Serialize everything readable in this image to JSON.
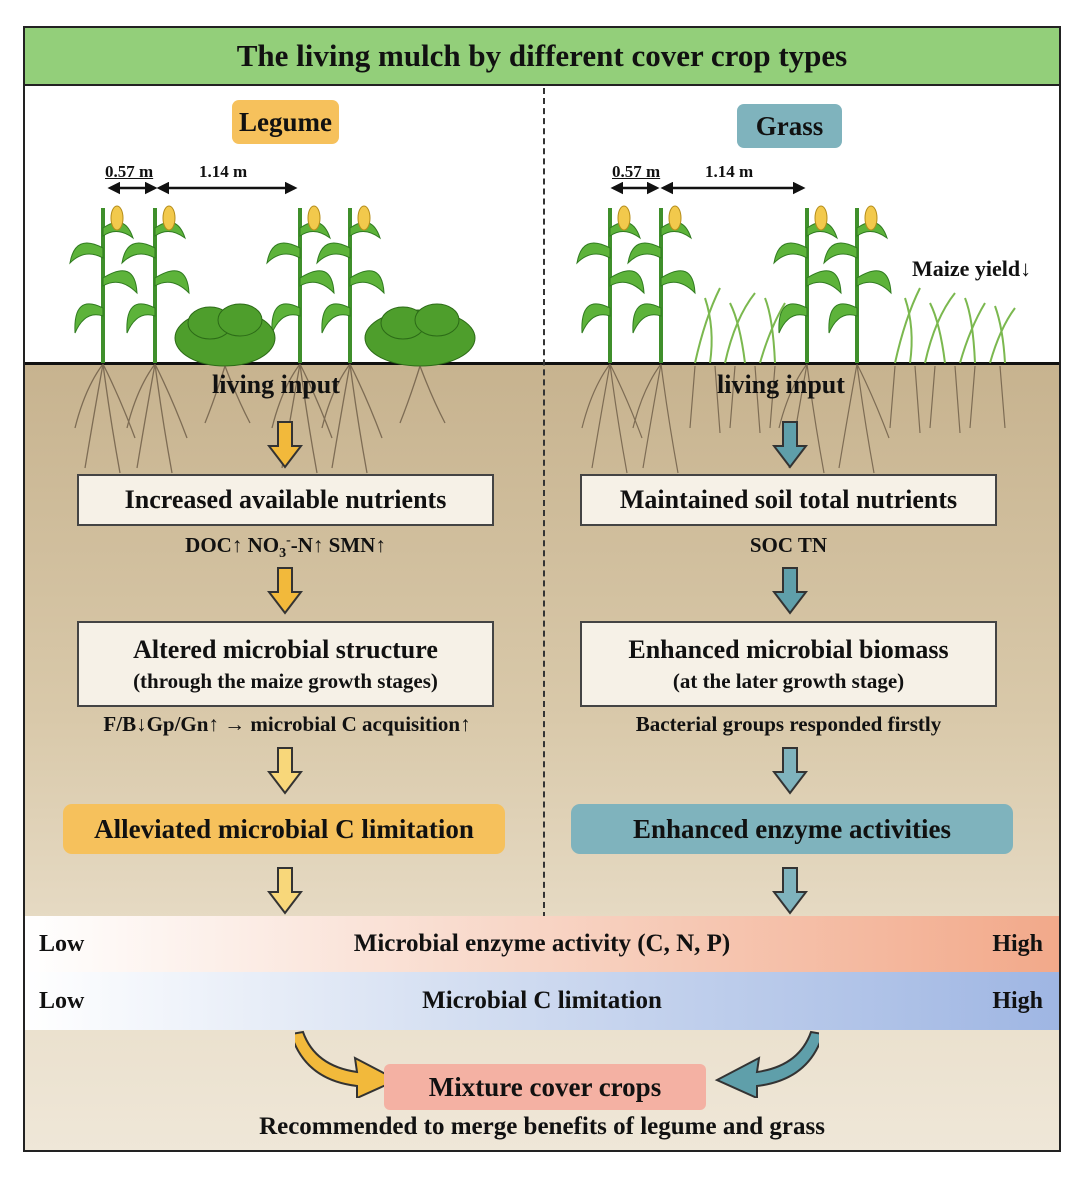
{
  "title": "The living mulch by different cover crop types",
  "legume": {
    "tag": "Legume",
    "color": "#f6c15c",
    "row_spacing": "0.57 m",
    "inter_spacing": "1.14 m",
    "input_label": "living input",
    "box1": "Increased available nutrients",
    "box1_note_prefix": "DOC↑ NO",
    "box1_note_sub": "3",
    "box1_note_sup": "-",
    "box1_note_suffix": "-N↑ SMN↑",
    "box2_line1": "Altered microbial structure",
    "box2_line2": "(through the maize growth stages)",
    "box2_note": "F/B↓Gp/Gn↑ → microbial C acquisition↑",
    "result": "Alleviated microbial C limitation"
  },
  "grass": {
    "tag": "Grass",
    "color": "#7fb3bd",
    "row_spacing": "0.57 m",
    "inter_spacing": "1.14 m",
    "yield_note": "Maize yield↓",
    "input_label": "living input",
    "box1": "Maintained soil total nutrients",
    "box1_note": "SOC TN",
    "box2_line1": "Enhanced microbial biomass",
    "box2_line2": "(at the later growth stage)",
    "box2_note": "Bacterial groups responded firstly",
    "result": "Enhanced enzyme activities"
  },
  "bands": [
    {
      "low": "Low",
      "label": "Microbial enzyme activity (C, N, P)",
      "high": "High",
      "color": "#f2a98a"
    },
    {
      "low": "Low",
      "label": "Microbial  C limitation",
      "high": "High",
      "color": "#9fb6e3"
    }
  ],
  "mixture": {
    "label": "Mixture cover crops",
    "color": "#f4b1a3",
    "note": "Recommended to merge benefits of legume and grass"
  }
}
